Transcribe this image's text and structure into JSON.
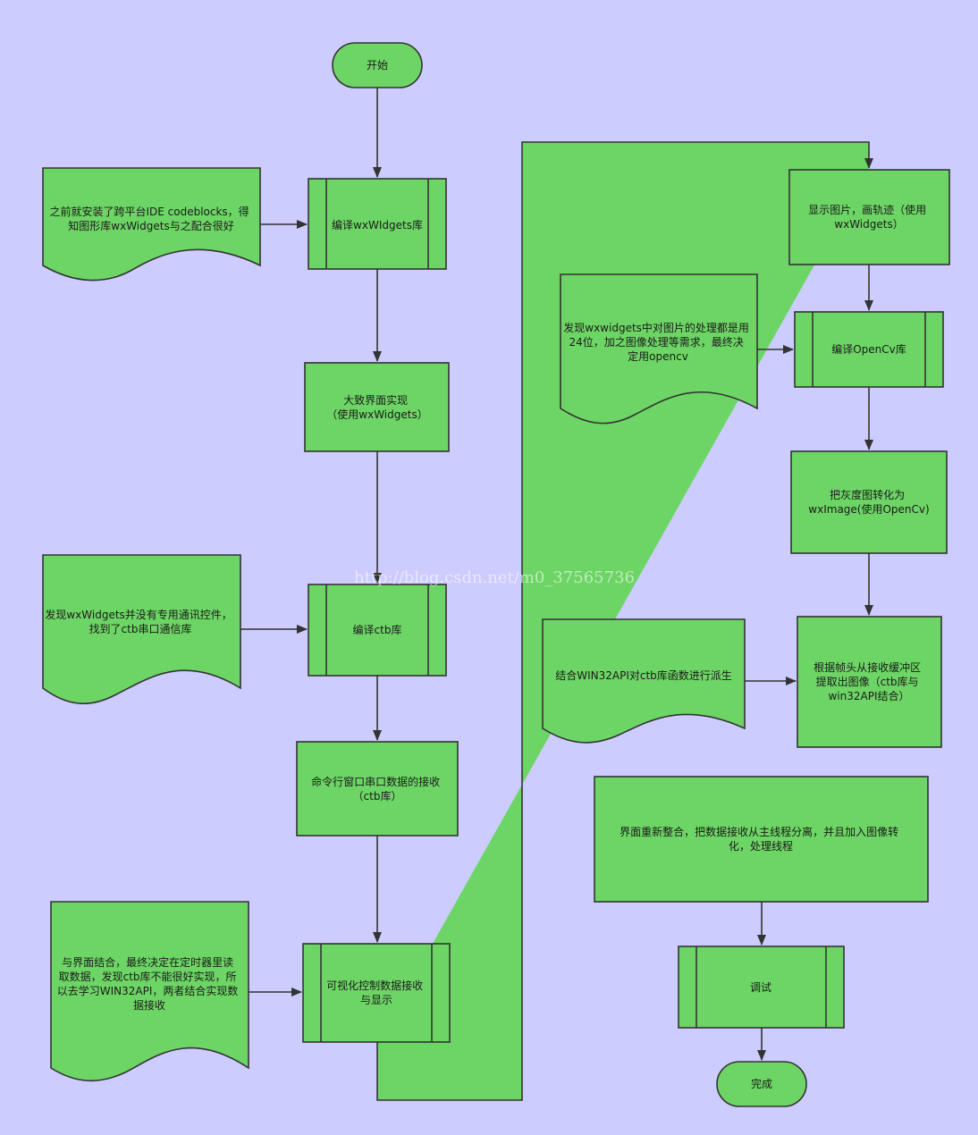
{
  "colors": {
    "background": "#ccccff",
    "shape_fill": "#6dd565",
    "stroke": "#333333"
  },
  "watermark": "http://blog.csdn.net/m0_37565736",
  "nodes": {
    "start": {
      "shape": "terminator",
      "lines": [
        "开始"
      ]
    },
    "n1": {
      "shape": "subprocess",
      "lines": [
        "编译wxWIdgets库"
      ]
    },
    "n2": {
      "shape": "process",
      "lines": [
        "大致界面实现",
        "（使用wxWidgets）"
      ]
    },
    "n3": {
      "shape": "subprocess",
      "lines": [
        "编译ctb库"
      ]
    },
    "n4": {
      "shape": "process",
      "lines": [
        "命令行窗口串口数据的接收",
        "（ctb库）"
      ]
    },
    "n5": {
      "shape": "subprocess",
      "lines": [
        "可视化控制数据接收",
        "与显示"
      ]
    },
    "n6": {
      "shape": "process",
      "lines": [
        "显示图片，画轨迹（使用",
        "wxWidgets）"
      ]
    },
    "n7": {
      "shape": "subprocess",
      "lines": [
        "编译OpenCv库"
      ]
    },
    "n8": {
      "shape": "process",
      "lines": [
        "把灰度图转化为",
        "wxImage(使用OpenCv)"
      ]
    },
    "n9": {
      "shape": "process",
      "lines": [
        "根据帧头从接收缓冲区",
        "提取出图像（ctb库与",
        "win32API结合）"
      ]
    },
    "n10": {
      "shape": "process",
      "lines": [
        "界面重新整合，把数据接收从主线程分离，并且加入图像转",
        "化，处理线程"
      ]
    },
    "n11": {
      "shape": "subprocess",
      "lines": [
        "调试"
      ]
    },
    "end": {
      "shape": "terminator",
      "lines": [
        "完成"
      ]
    },
    "d1": {
      "shape": "document",
      "lines": [
        "之前就安装了跨平台IDE codeblocks，得",
        "知图形库wxWidgets与之配合很好"
      ]
    },
    "d2": {
      "shape": "document",
      "lines": [
        "发现wxWidgets并没有专用通讯控件，",
        "找到了ctb串口通信库"
      ]
    },
    "d3": {
      "shape": "document",
      "lines": [
        "与界面结合，最终决定在定时器里读",
        "取数据，发现ctb库不能很好实现，所",
        "以去学习WIN32API，两者结合实现数",
        "据接收"
      ]
    },
    "d4": {
      "shape": "document",
      "lines": [
        "发现wxwidgets中对图片的处理都是用",
        "24位，加之图像处理等需求，最终决",
        "定用opencv"
      ]
    },
    "d5": {
      "shape": "document",
      "lines": [
        "结合WIN32API对ctb库函数进行派生"
      ]
    }
  }
}
